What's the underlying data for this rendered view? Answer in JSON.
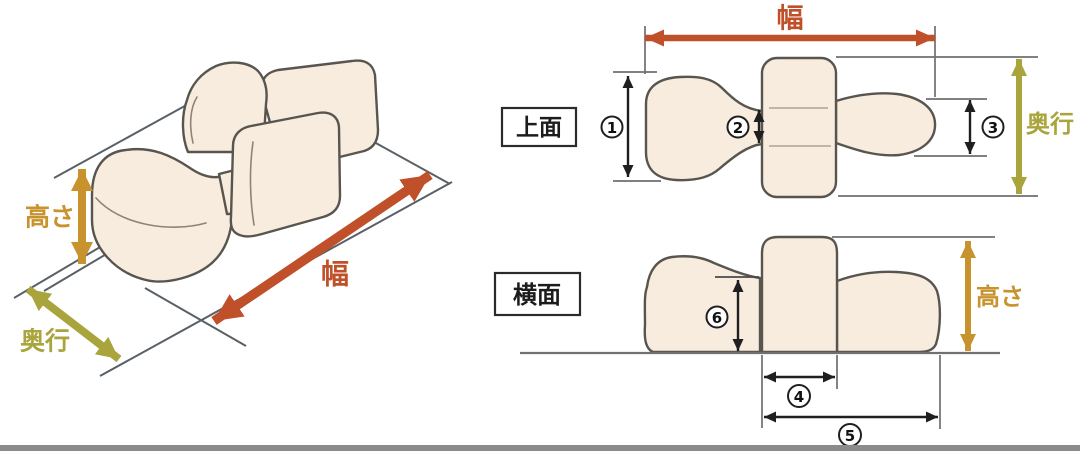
{
  "view_3d": {
    "height_label": "高さ",
    "depth_label": "奥行",
    "width_label": "幅"
  },
  "top_view": {
    "title": "上面",
    "width_label": "幅",
    "depth_label": "奥行",
    "callouts": {
      "c1": "1",
      "c2": "2",
      "c3": "3"
    }
  },
  "side_view": {
    "title": "横面",
    "height_label": "高さ",
    "callouts": {
      "c4": "4",
      "c5": "5",
      "c6": "6"
    }
  },
  "colors": {
    "width_arrow": "#c0502a",
    "height_arrow": "#c8932d",
    "depth_arrow": "#a9a43c",
    "dimension_line": "#1f1f1f",
    "product_fill": "#f8ecdf",
    "product_outline": "#58554f",
    "guide_line": "#6f6f6f",
    "bottom_bar": "#8b8b8b"
  }
}
